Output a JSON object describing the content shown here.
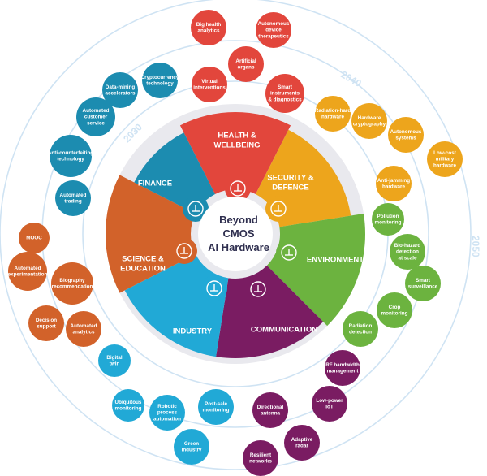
{
  "center": {
    "lines": [
      "Beyond",
      "CMOS",
      "AI Hardware"
    ]
  },
  "years": [
    "2030",
    "2040",
    "2050"
  ],
  "colors": {
    "health": "#e2463c",
    "security": "#eda51c",
    "environment": "#6cb33f",
    "communication": "#7a1c62",
    "industry": "#21a9d6",
    "science": "#d2622a",
    "finance": "#1c8cb0",
    "ring": "#cfe3f3"
  },
  "segments": [
    {
      "key": "health",
      "lines": [
        "HEALTH &",
        "WELLBEING"
      ],
      "icon": "heart-hands-icon"
    },
    {
      "key": "security",
      "lines": [
        "SECURITY &",
        "DEFENCE"
      ],
      "icon": "shield-icon"
    },
    {
      "key": "environment",
      "lines": [
        "ENVIRONMENT"
      ],
      "icon": "globe-leaf-icon"
    },
    {
      "key": "communication",
      "lines": [
        "COMMUNICATION"
      ],
      "icon": "antenna-tower-icon"
    },
    {
      "key": "industry",
      "lines": [
        "INDUSTRY"
      ],
      "icon": "factory-icon"
    },
    {
      "key": "science",
      "lines": [
        "SCIENCE &",
        "EDUCATION"
      ],
      "icon": "atom-icon"
    },
    {
      "key": "finance",
      "lines": [
        "FINANCE"
      ],
      "icon": "euro-chart-icon"
    }
  ],
  "bubbles": [
    {
      "group": "health",
      "lines": [
        "Big health",
        "analytics"
      ]
    },
    {
      "group": "health",
      "lines": [
        "Autonomous",
        "device",
        "therapeutics"
      ]
    },
    {
      "group": "health",
      "lines": [
        "Artificial",
        "organs"
      ]
    },
    {
      "group": "health",
      "lines": [
        "Virtual",
        "interventions"
      ]
    },
    {
      "group": "health",
      "lines": [
        "Smart",
        "instruments",
        "& diagnostics"
      ]
    },
    {
      "group": "security",
      "lines": [
        "Radiation-hard",
        "hardware"
      ]
    },
    {
      "group": "security",
      "lines": [
        "Hardware",
        "cryptography"
      ]
    },
    {
      "group": "security",
      "lines": [
        "Autonomous",
        "systems"
      ]
    },
    {
      "group": "security",
      "lines": [
        "Low-cost",
        "military",
        "hardware"
      ]
    },
    {
      "group": "security",
      "lines": [
        "Anti-jamming",
        "hardware"
      ]
    },
    {
      "group": "environment",
      "lines": [
        "Pollution",
        "monitoring"
      ]
    },
    {
      "group": "environment",
      "lines": [
        "Bio-hazard",
        "detection",
        "at scale"
      ]
    },
    {
      "group": "environment",
      "lines": [
        "Smart",
        "surveillance"
      ]
    },
    {
      "group": "environment",
      "lines": [
        "Crop",
        "monitoring"
      ]
    },
    {
      "group": "environment",
      "lines": [
        "Radiation",
        "detection"
      ]
    },
    {
      "group": "communication",
      "lines": [
        "RF bandwidth",
        "management"
      ]
    },
    {
      "group": "communication",
      "lines": [
        "Low-power",
        "IoT"
      ]
    },
    {
      "group": "communication",
      "lines": [
        "Directional",
        "antenna"
      ]
    },
    {
      "group": "communication",
      "lines": [
        "Adaptive",
        "radar"
      ]
    },
    {
      "group": "communication",
      "lines": [
        "Resilient",
        "networks"
      ]
    },
    {
      "group": "industry",
      "lines": [
        "Digital",
        "twin"
      ]
    },
    {
      "group": "industry",
      "lines": [
        "Ubiquitous",
        "monitoring"
      ]
    },
    {
      "group": "industry",
      "lines": [
        "Robotic",
        "process",
        "automation"
      ]
    },
    {
      "group": "industry",
      "lines": [
        "Post-sale",
        "monitoring"
      ]
    },
    {
      "group": "industry",
      "lines": [
        "Green",
        "industry"
      ]
    },
    {
      "group": "science",
      "lines": [
        "MOOC"
      ]
    },
    {
      "group": "science",
      "lines": [
        "Automated",
        "experimentation"
      ]
    },
    {
      "group": "science",
      "lines": [
        "Biography",
        "recommendation"
      ]
    },
    {
      "group": "science",
      "lines": [
        "Decision",
        "support"
      ]
    },
    {
      "group": "science",
      "lines": [
        "Automated",
        "analytics"
      ]
    },
    {
      "group": "finance",
      "lines": [
        "Data-mining",
        "accelerators"
      ]
    },
    {
      "group": "finance",
      "lines": [
        "Cryptocurrency",
        "technology"
      ]
    },
    {
      "group": "finance",
      "lines": [
        "Automated",
        "customer",
        "service"
      ]
    },
    {
      "group": "finance",
      "lines": [
        "Anti-counterfeiting",
        "technology"
      ]
    },
    {
      "group": "finance",
      "lines": [
        "Automated",
        "trading"
      ]
    }
  ]
}
